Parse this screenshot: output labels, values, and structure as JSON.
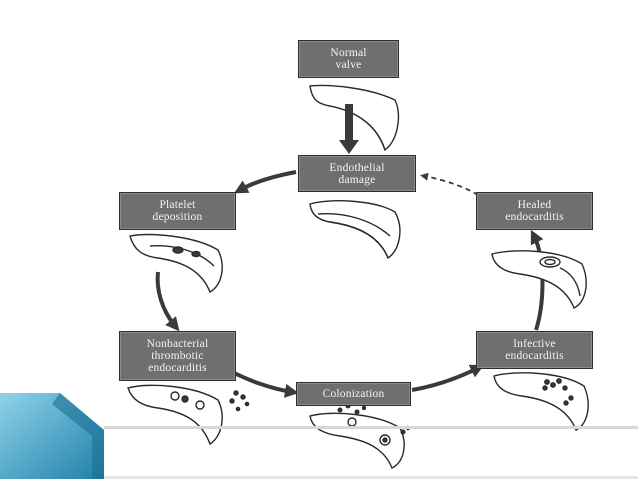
{
  "diagram": {
    "nodes": {
      "normal_valve": "Normal\nvalve",
      "endothelial_damage": "Endothelial\ndamage",
      "platelet_deposition": "Platelet\ndeposition",
      "healed_endocarditis": "Healed\nendocarditis",
      "nonbacterial_thrombotic_endocarditis": "Nonbacterial\nthrombotic\nendocarditis",
      "infective_endocarditis": "Infective\nendocarditis",
      "colonization": "Colonization"
    }
  },
  "colors": {
    "box_fill": "#6f6f6f",
    "box_text": "#f4f4f4",
    "arrow": "#3a3a3a",
    "corner_accent": "#2a8fb8"
  }
}
